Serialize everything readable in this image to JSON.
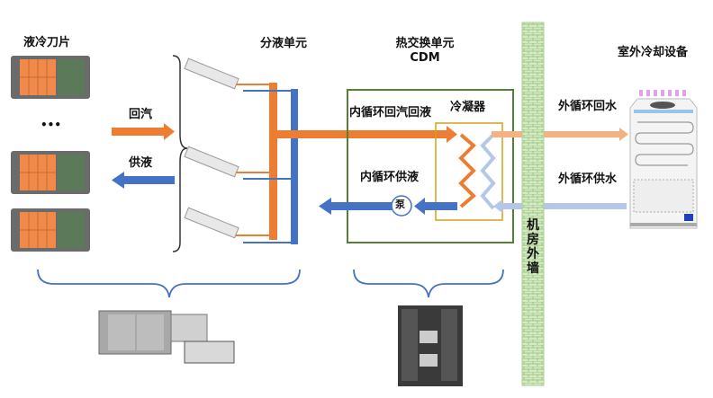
{
  "title_blades": "液冷刀片",
  "ellipsis": "•••",
  "label_return_vapor": "回汽",
  "label_supply_liquid": "供液",
  "title_distribution": "分液单元",
  "title_cdm_line1": "热交换单元",
  "title_cdm_line2": "CDM",
  "label_inner_return": "内循环回汽回液",
  "label_condenser": "冷凝器",
  "label_inner_supply": "内循环供液",
  "label_pump": "泵",
  "wall_label": [
    "机",
    "房",
    "外",
    "墙"
  ],
  "title_outdoor": "室外冷却设备",
  "label_outer_return": "外循环回水",
  "label_outer_supply": "外循环供水",
  "colors": {
    "orange": "#ED7D31",
    "blue": "#4472C4",
    "light_orange": "#F4B183",
    "light_blue": "#B4C7E7",
    "green_border": "#548235",
    "gold_border": "#D4A017",
    "wall_green": "#C5DFB4"
  }
}
